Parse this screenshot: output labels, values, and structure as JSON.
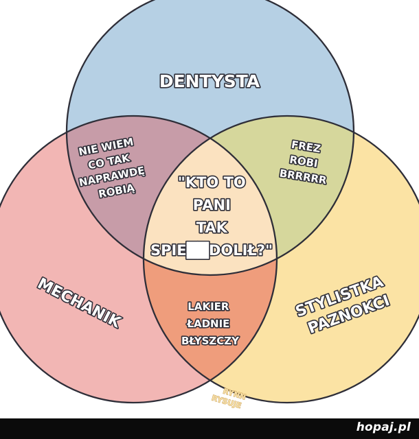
{
  "diagram": {
    "sets": [
      {
        "id": "dentysta",
        "label": [
          "DENTYSTA"
        ],
        "color": "#b6d0e4"
      },
      {
        "id": "mechanik",
        "label": [
          "MECHANIK"
        ],
        "color": "#f2b6b4"
      },
      {
        "id": "stylistka",
        "label": [
          "STYLISTKA",
          "PAZNOKCI"
        ],
        "color": "#fbe3a4"
      }
    ],
    "overlaps": [
      {
        "id": "dentysta-mechanik",
        "label": [
          "NIE WIEM",
          "CO TAK",
          "NAPRAWDĘ",
          "ROBIĄ"
        ],
        "color": "#c79ca8"
      },
      {
        "id": "dentysta-stylistka",
        "label": [
          "FREZ",
          "ROBI",
          "BRRRRR"
        ],
        "color": "#d6d79c"
      },
      {
        "id": "mechanik-stylistka",
        "label": [
          "LAKIER",
          "ŁADNIE",
          "BŁYSZCZY"
        ],
        "color": "#ef9d7c"
      },
      {
        "id": "all",
        "label": [
          "\"KTO TO",
          "PANI",
          "TAK",
          "SPIE██DOLIŁ?\""
        ],
        "color": "#fbe2c0"
      }
    ],
    "outline_color": "#2e2e38",
    "signature": [
      "RYNN",
      "RYSUJE"
    ]
  },
  "footer": {
    "brand": "hopaj.pl"
  }
}
